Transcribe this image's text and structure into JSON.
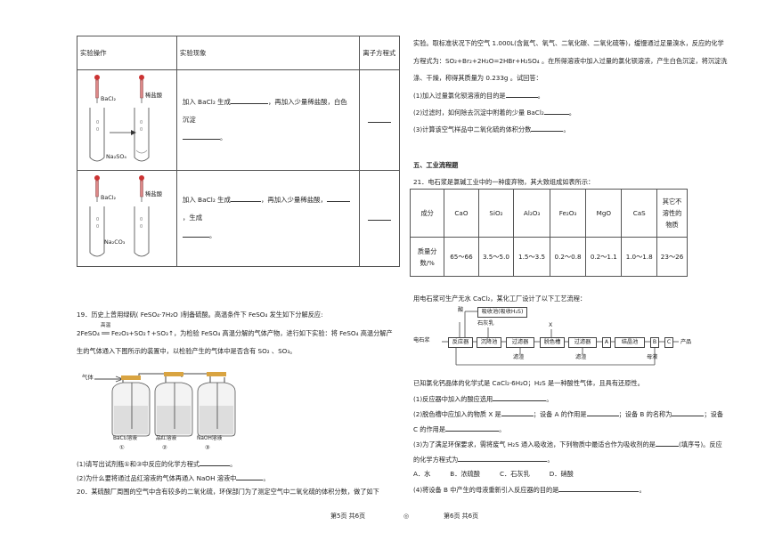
{
  "q18_table": {
    "headers": [
      "实验操作",
      "实验现象",
      "离子方程式"
    ],
    "row1": {
      "reagent_top": "BaCl₂",
      "reagent_side": "稀盐酸",
      "reagent_bottom": "Na₂SO₄",
      "phenomenon_a": "加入 BaCl₂ 生成",
      "phenomenon_b": "，再加入少量稀盐酸，白色沉淀",
      "phenomenon_c": "。"
    },
    "row2": {
      "reagent_top": "BaCl₂",
      "reagent_side": "稀盐酸",
      "reagent_bottom": "Na₂CO₃",
      "phenomenon_a": "加入 BaCl₂ 生成",
      "phenomenon_b": "，再加入少量稀盐酸，",
      "phenomenon_c": "，生成",
      "phenomenon_d": "。"
    }
  },
  "q19": {
    "line1": "19．历史上曾用绿矾( FeSO₄·7H₂O )制备硫酸。高温条件下 FeSO₄ 发生如下分解反应:",
    "equation": "2FeSO₄ ══ Fe₂O₃+SO₂↑+SO₃↑",
    "condition": "高温",
    "line2b": "，为检验 FeSO₄ 高温分解的气体产物，进行如下实验：将 FeSO₄ 高温分解产",
    "line3": "生的气体通入下图所示的装置中，以检验产生的气体中是否含有 SO₂ 、SO₃。",
    "gas_label": "气体",
    "bottles": [
      "BaCl₂溶液",
      "品红溶液",
      "NaOH溶液"
    ],
    "bottle_nums": [
      "①",
      "②",
      "③"
    ],
    "sub1": "(1)请写出试剂瓶①和③中反应的化学方程式",
    "sub2": "(2)为什么要将通过品红溶液的气体再通入 NaOH 溶液中",
    "end": "。"
  },
  "q20": {
    "line1": "20．某硫酸厂周围的空气中含有较多的二氧化硫，环保部门为了测定空气中二氧化硫的体积分数，做了如下",
    "line2": "实验。取标准状况下的空气 1.000L(含氮气、氧气、二氧化碳、二氧化硫等)，缓慢通过足量溴水，反应的化学",
    "line3": "方程式为：SO₂+Br₂+2H₂O=2HBr+H₂SO₄ 。在所得溶液中加入过量的氯化钡溶液，产生白色沉淀，将沉淀洗",
    "line4": "涤、干燥，称得其质量为 0.233g 。试回答：",
    "sub1": "(1)加入过量氯化钡溶液的目的是",
    "sub2": "(2)过滤时，如何除去沉淀中附着的少量 BaCl₂",
    "sub3": "(3)计算该空气样品中二氧化硫的体积分数",
    "end": "。"
  },
  "section5": "五、工业流程题",
  "q21": {
    "intro": "21．电石浆是氯碱工业中的一种废弃物，其大致组成如表所示：",
    "table_headers": [
      "成分",
      "CaO",
      "SiO₂",
      "Al₂O₃",
      "Fe₂O₃",
      "MgO",
      "CaS",
      "其它不溶性的物质"
    ],
    "table_row_label": "质量分数/%",
    "table_values": [
      "65～66",
      "3.5～5.0",
      "1.5～3.5",
      "0.2～0.8",
      "0.2～1.1",
      "1.0～1.8",
      "23～26"
    ],
    "flow_intro": "用电石浆可生产无水 CaCl₂，某化工厂设计了以下工艺流程：",
    "flow": {
      "acid": "酸",
      "absorber": "吸收池(吸收H₂S)",
      "lime": "石灰乳",
      "x": "X",
      "start": "电石浆",
      "reactor": "反应器",
      "settle": "沉降池",
      "filter1": "过滤器",
      "decolor": "脱色槽",
      "filter2": "过滤器",
      "a": "A",
      "crystal": "结晶池",
      "b": "B",
      "c": "C",
      "product": "产品",
      "residue1": "滤渣",
      "residue2": "滤渣",
      "mother": "母液"
    },
    "known": "已知氯化钙晶体的化学式是 CaCl₂·6H₂O；H₂S 是一种酸性气体，且具有还原性。",
    "sub1": "(1)反应器中加入的酸应选用",
    "sub2a": "(2)脱色槽中应加入的物质 X 是",
    "sub2b": "；设备 A 的作用是",
    "sub2c": "；设备 B 的名称为",
    "sub2d": "；设备",
    "sub2e": "C 的作用是",
    "sub3a": "(3)为了满足环保要求，需将废气 H₂S 通入吸收池，下列物质中最适合作为吸收剂的是",
    "sub3b": "(填序号)。反应",
    "sub3c": "的化学方程式为",
    "options": [
      "A．水",
      "B．浓硫酸",
      "C．石灰乳",
      "D．硝酸"
    ],
    "sub4": "(4)将设备 B 中产生的母液重新引入反应器的目的是",
    "end": "。"
  },
  "footer": {
    "left": "第5页  共6页",
    "center": "◎",
    "right": "第6页  共6页"
  }
}
